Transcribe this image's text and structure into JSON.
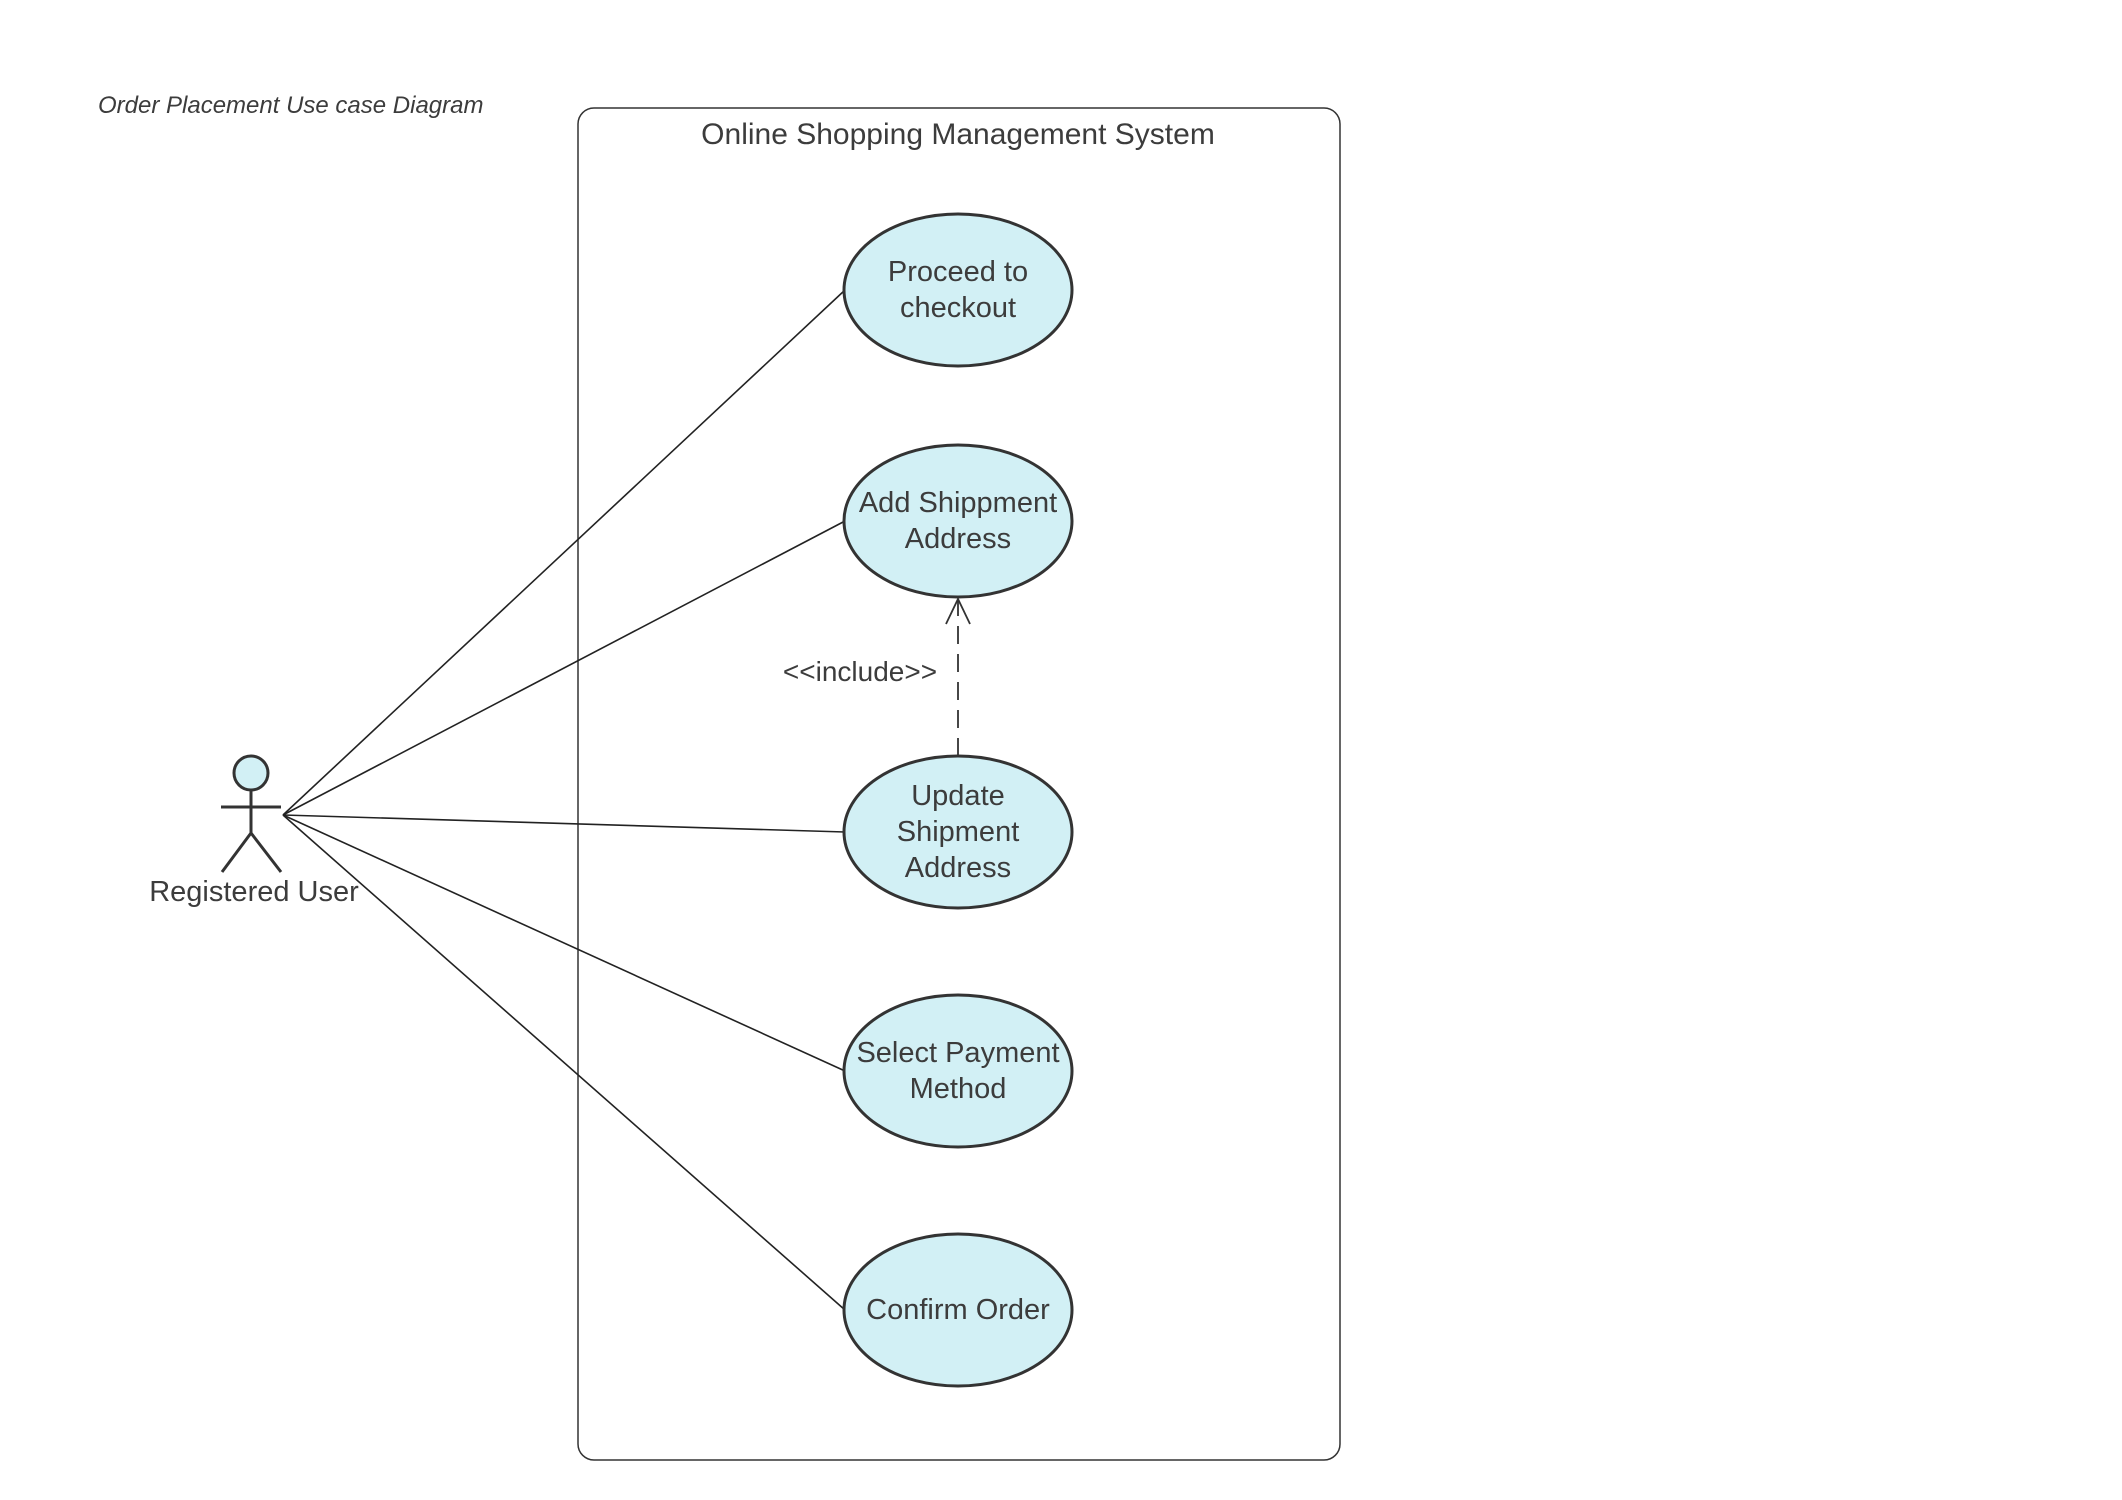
{
  "diagram": {
    "title": "Order Placement Use case Diagram",
    "system_name": "Online Shopping Management System",
    "actor": {
      "name": "Registered User"
    },
    "use_cases": [
      {
        "id": "uc1",
        "label": "Proceed to\ncheckout"
      },
      {
        "id": "uc2",
        "label": "Add Shippment\nAddress"
      },
      {
        "id": "uc3",
        "label": "Update\nShipment\nAddress"
      },
      {
        "id": "uc4",
        "label": "Select Payment\nMethod"
      },
      {
        "id": "uc5",
        "label": "Confirm Order"
      }
    ],
    "associations": [
      {
        "from": "actor",
        "to": "uc1"
      },
      {
        "from": "actor",
        "to": "uc2"
      },
      {
        "from": "actor",
        "to": "uc3"
      },
      {
        "from": "actor",
        "to": "uc4"
      },
      {
        "from": "actor",
        "to": "uc5"
      }
    ],
    "include": {
      "from": "uc3",
      "to": "uc2",
      "label": "<<include>>"
    },
    "colors": {
      "use_case_fill": "#d2f0f5",
      "stroke": "#333333",
      "actor_head_fill": "#d2f0f5",
      "text": "#3c3c3c"
    }
  }
}
